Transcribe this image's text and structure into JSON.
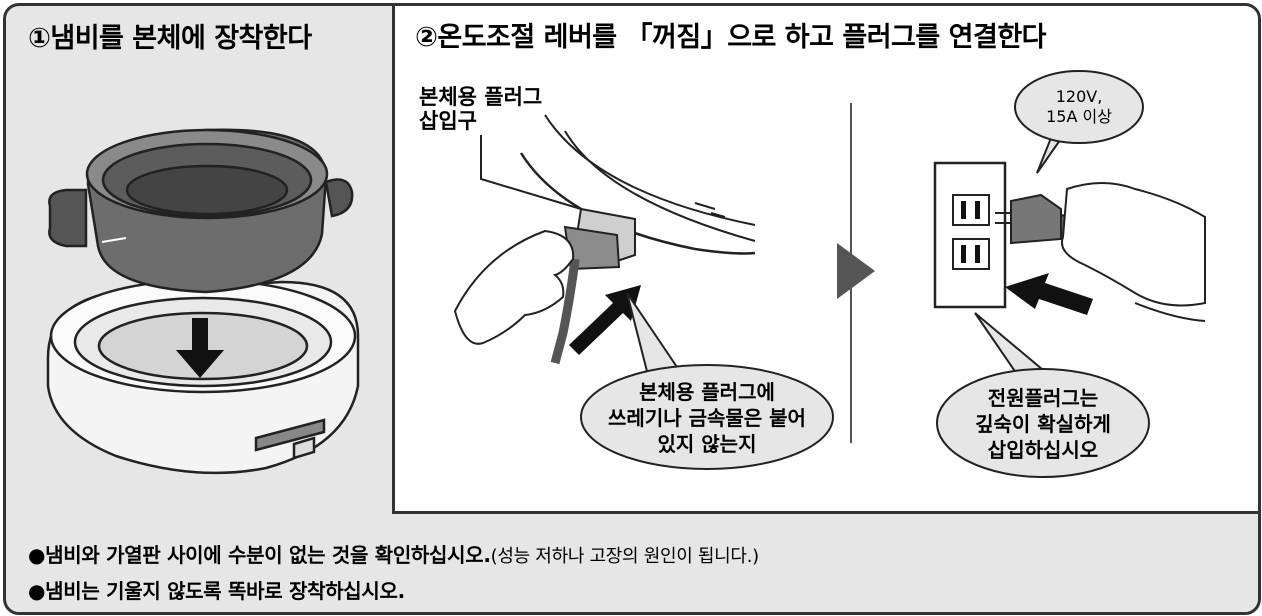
{
  "step1": {
    "title": "①냄비를 본체에 장착한다"
  },
  "step2": {
    "title": "②온도조절 레버를 「꺼짐」으로 하고 플러그를 연결한다",
    "plug_inlet_label_line1": "본체용 플러그",
    "plug_inlet_label_line2": "삽입구",
    "bubble_left": [
      "본체용 플러그에",
      "쓰레기나 금속물은 붙어",
      "있지 않는지"
    ],
    "bubble_power": [
      "120V,",
      "15A 이상"
    ],
    "bubble_right": [
      "전원플러그는",
      "깊숙이 확실하게",
      "삽입하십시오"
    ]
  },
  "notes": [
    {
      "main": "●냄비와 가열판 사이에 수분이 없는 것을 확인하십시오.",
      "paren": "(성능 저하나 고장의 원인이 됩니다.)"
    },
    {
      "main": "●냄비는 기울지 않도록 똑바로 장착하십시오.",
      "paren": ""
    }
  ],
  "colors": {
    "frame": "#333333",
    "panel_bg": "#e6e6e6",
    "bubble_bg": "#e6e6e6",
    "arrow": "#111111",
    "play_arrow": "#555555"
  }
}
